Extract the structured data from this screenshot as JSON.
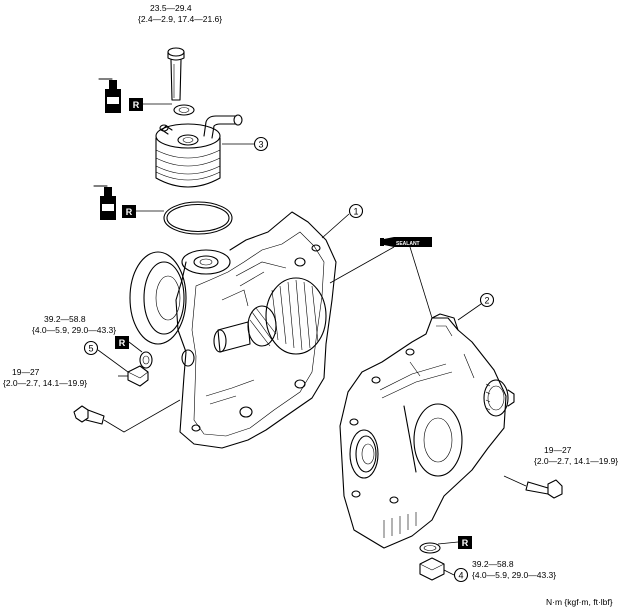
{
  "torque_labels": [
    {
      "id": "oil-cooler-bolt",
      "line1": "23.5—29.4",
      "line2": "{2.4—2.9, 17.4—21.6}"
    },
    {
      "id": "plug-5",
      "line1": "39.2—58.8",
      "line2": "{4.0—5.9, 29.0—43.3}"
    },
    {
      "id": "left-bolt",
      "line1": "19—27",
      "line2": "{2.0—2.7, 14.1—19.9}"
    },
    {
      "id": "right-bolt",
      "line1": "19—27",
      "line2": "{2.0—2.7, 14.1—19.9}"
    },
    {
      "id": "plug-4",
      "line1": "39.2—58.8",
      "line2": "{4.0—5.9, 29.0—43.3}"
    }
  ],
  "part_numbers": [
    "1",
    "2",
    "3",
    "4",
    "5"
  ],
  "replace_badge": "R",
  "sealant_label": "SEALANT",
  "unit_label": "N·m {kgf·m, ft·lbf}"
}
